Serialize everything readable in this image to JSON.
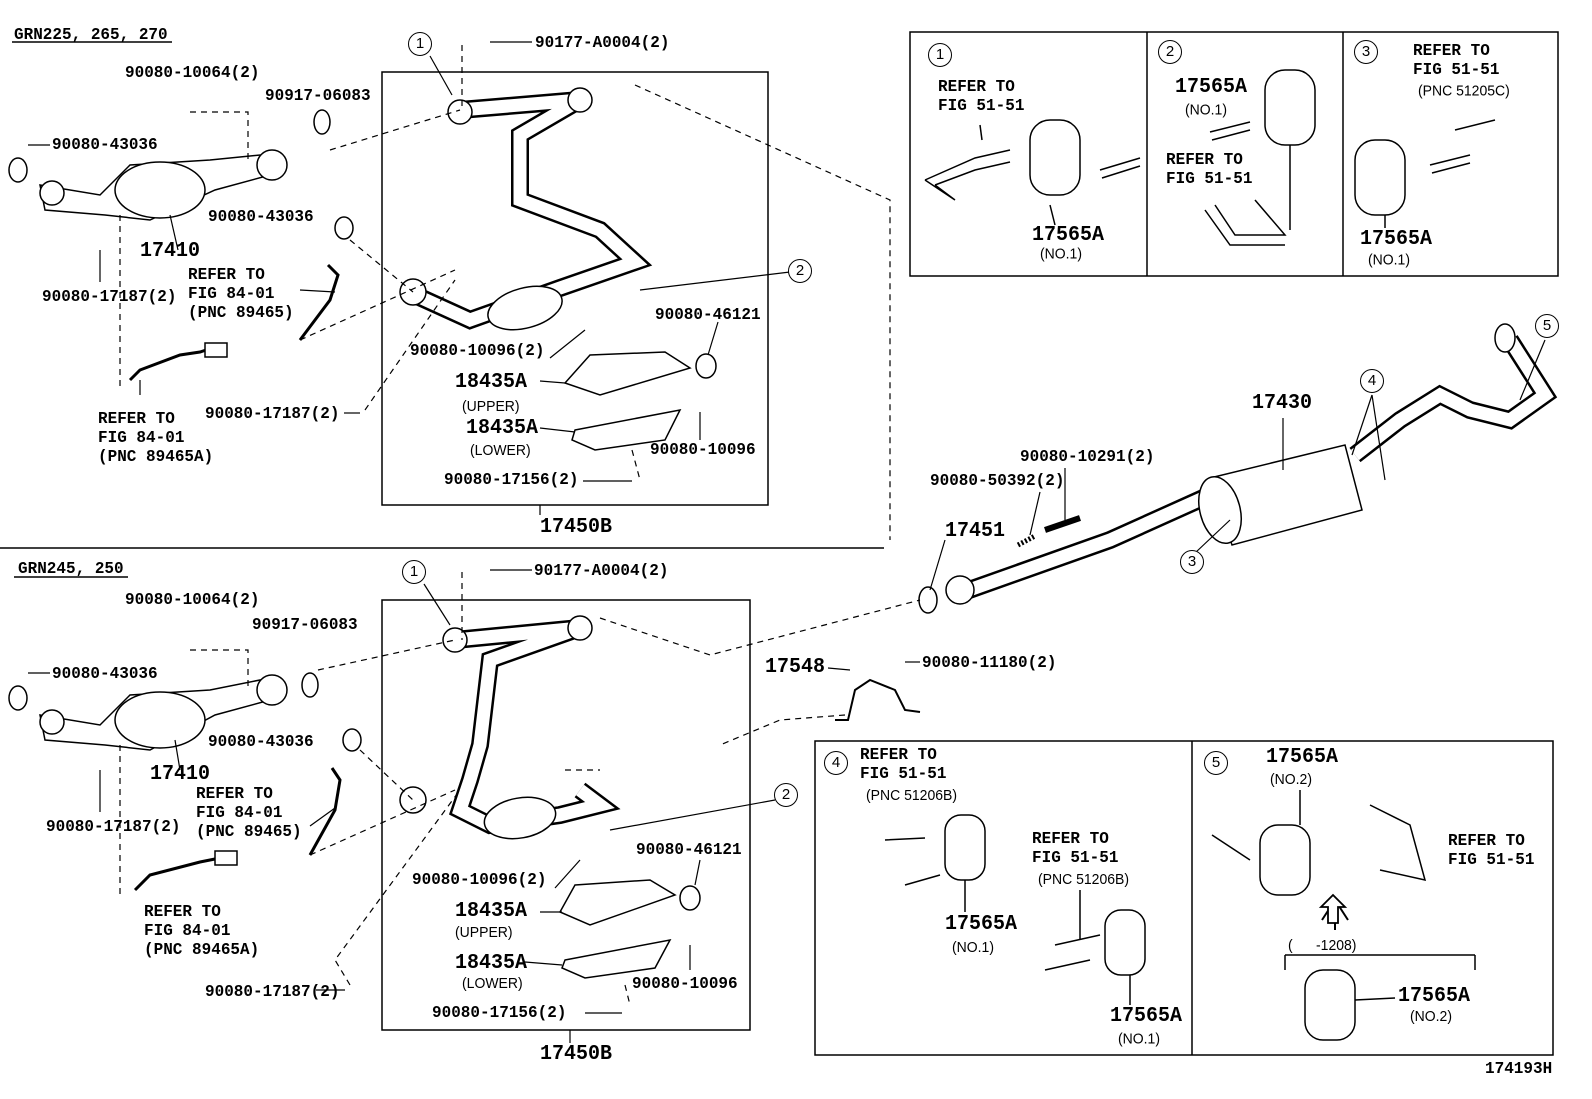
{
  "top": {
    "title": "GRN225, 265, 270",
    "labels": [
      "90177-A0004(2)",
      "90080-10064(2)",
      "90917-06083",
      "90080-43036",
      "17410",
      "90080-43036",
      "REFER TO",
      "FIG 84-01",
      "(PNC 89465)",
      "90080-17187(2)",
      "REFER TO",
      "FIG 84-01",
      "(PNC 89465A)",
      "90080-46121",
      "90080-10096(2)",
      "18435A",
      "(UPPER)",
      "90080-17187(2)",
      "18435A",
      "(LOWER)",
      "90080-10096",
      "90080-17156(2)",
      "17450B"
    ]
  },
  "bottom": {
    "title": "GRN245, 250",
    "labels": [
      "90177-A0004(2)",
      "90080-10064(2)",
      "90917-06083",
      "90080-43036",
      "17410",
      "90080-43036",
      "REFER TO",
      "FIG 84-01",
      "(PNC 89465)",
      "90080-17187(2)",
      "90080-46121",
      "90080-10096(2)",
      "18435A",
      "(UPPER)",
      "REFER TO",
      "FIG 84-01",
      "(PNC 89465A)",
      "18435A",
      "(LOWER)",
      "90080-10096",
      "90080-17187(2)",
      "90080-17156(2)",
      "17450B"
    ]
  },
  "right": {
    "labels": [
      "17430",
      "90080-10291(2)",
      "90080-50392(2)",
      "17451",
      "17548",
      "90080-11180(2)"
    ]
  },
  "detail_top": {
    "d1": [
      "REFER TO",
      "FIG 51-51",
      "17565A",
      "(NO.1)"
    ],
    "d2": [
      "17565A",
      "(NO.1)",
      "REFER TO",
      "FIG 51-51"
    ],
    "d3": [
      "REFER TO",
      "FIG 51-51",
      "(PNC 51205C)",
      "17565A",
      "(NO.1)"
    ]
  },
  "detail_bottom": {
    "d4": [
      "REFER TO",
      "FIG 51-51",
      "(PNC 51206B)",
      "17565A",
      "(NO.1)",
      "REFER TO",
      "FIG 51-51",
      "(PNC 51206B)",
      "17565A",
      "(NO.1)"
    ],
    "d5": [
      "17565A",
      "(NO.2)",
      "REFER TO",
      "FIG 51-51",
      "(      -1208)",
      "17565A",
      "(NO.2)"
    ]
  },
  "callouts": [
    "1",
    "2",
    "3",
    "4",
    "5"
  ],
  "figure_id": "174193H"
}
